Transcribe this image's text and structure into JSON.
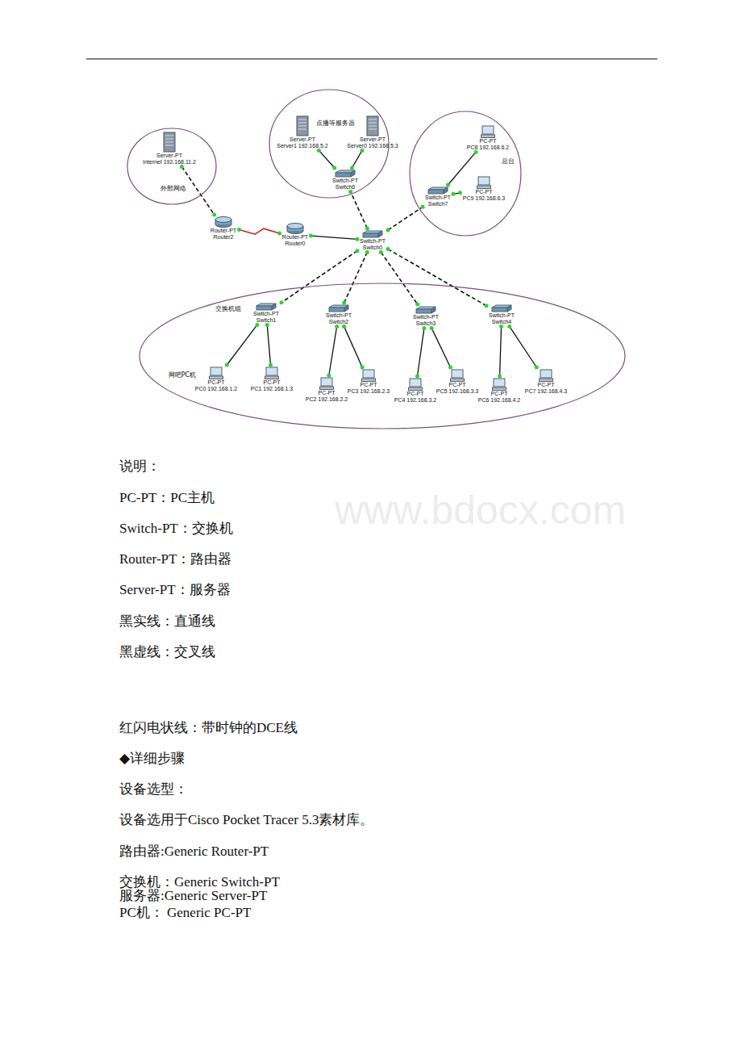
{
  "diagram": {
    "nodes": [
      {
        "text": [
          "外部网络"
        ]
      },
      {
        "text": [
          "Server-PT",
          "Internet 192.168.11.2"
        ],
        "in": 0
      },
      {
        "text": [
          "点播等服务器"
        ]
      },
      {
        "text": [
          "Server-PT",
          "Server1 192.168.5.2"
        ],
        "in": 2
      },
      {
        "text": [
          "Server-PT",
          "Server0 192.168.5.3"
        ],
        "in": 2
      },
      {
        "text": [
          "Switch-PT",
          "Switch6"
        ],
        "in": 2
      },
      {
        "text": [
          "总台"
        ]
      },
      {
        "text": [
          "PC-PT",
          "PC8 192.168.6.2"
        ],
        "in": 6
      },
      {
        "text": [
          "Switch-PT",
          "Switch7"
        ],
        "in": 6
      },
      {
        "text": [
          "PC-PT",
          "PC9 192.168.6.3"
        ],
        "in": 6
      },
      {
        "text": [
          "Router-PT",
          "Router2"
        ]
      },
      {
        "text": [
          "Router-PT",
          "Router0"
        ]
      },
      {
        "text": [
          "Switch-PT",
          "Switch0"
        ]
      },
      {
        "text": [
          "交换机组",
          "网吧PC机"
        ]
      },
      {
        "text": [
          "Switch-PT",
          "Switch1"
        ],
        "in": 13
      },
      {
        "text": [
          "Switch-PT",
          "Switch2"
        ],
        "in": 13
      },
      {
        "text": [
          "Switch-PT",
          "Switch3"
        ],
        "in": 13
      },
      {
        "text": [
          "Switch-PT",
          "Switch4"
        ],
        "in": 13
      },
      {
        "text": [
          "PC-PT",
          "PC0 192.168.1.2"
        ],
        "in": 13
      },
      {
        "text": [
          "PC-PT",
          "PC1 192.168.1.3"
        ],
        "in": 13
      },
      {
        "text": [
          "PC-PT",
          "PC2 192.168.2.2"
        ],
        "in": 13
      },
      {
        "text": [
          "PC-PT",
          "PC3 192.168.2.3"
        ],
        "in": 13
      },
      {
        "text": [
          "PC-PT",
          "PC4 192.168.3.2"
        ],
        "in": 13
      },
      {
        "text": [
          "PC-PT",
          "PC5 192.168.3.3"
        ],
        "in": 13
      },
      {
        "text": [
          "PC-PT",
          "PC6 192.168.4.2"
        ],
        "in": 13
      },
      {
        "text": [
          "PC-PT",
          "PC7 192.168.4.3"
        ],
        "in": 13
      }
    ],
    "edges": [
      {
        "from": 1,
        "to": 10,
        "arrow": "none"
      },
      {
        "from": 10,
        "to": 11,
        "arrow": "none"
      },
      {
        "from": 11,
        "to": 12,
        "arrow": "none"
      },
      {
        "from": 12,
        "to": 5,
        "arrow": "none"
      },
      {
        "from": 5,
        "to": 3,
        "arrow": "none"
      },
      {
        "from": 5,
        "to": 4,
        "arrow": "none"
      },
      {
        "from": 12,
        "to": 8,
        "arrow": "none"
      },
      {
        "from": 8,
        "to": 7,
        "arrow": "none"
      },
      {
        "from": 8,
        "to": 9,
        "arrow": "none"
      },
      {
        "from": 12,
        "to": 14,
        "arrow": "none"
      },
      {
        "from": 12,
        "to": 15,
        "arrow": "none"
      },
      {
        "from": 12,
        "to": 16,
        "arrow": "none"
      },
      {
        "from": 12,
        "to": 17,
        "arrow": "none"
      },
      {
        "from": 14,
        "to": 18,
        "arrow": "none"
      },
      {
        "from": 14,
        "to": 19,
        "arrow": "none"
      },
      {
        "from": 15,
        "to": 20,
        "arrow": "none"
      },
      {
        "from": 15,
        "to": 21,
        "arrow": "none"
      },
      {
        "from": 16,
        "to": 22,
        "arrow": "none"
      },
      {
        "from": 16,
        "to": 23,
        "arrow": "none"
      },
      {
        "from": 17,
        "to": 24,
        "arrow": "none"
      },
      {
        "from": 17,
        "to": 25,
        "arrow": "none"
      }
    ],
    "labels": [
      "说明：",
      "PC-PT：PC主机",
      "Switch-PT：交换机",
      "Router-PT：路由器",
      "Server-PT：服务器",
      "黑实线：直通线",
      "黑虚线：交叉线",
      "红闪电状线：带时钟的DCE线",
      "◆详细步骤",
      "设备选型：",
      "设备选用于Cisco Pocket Tracer 5.3素材库。",
      "路由器:Generic Router-PT",
      "交换机：Generic Switch-PT",
      "PC机： Generic PC-PT",
      "服务器:Generic Server-PT",
      "www.bdocx.com"
    ]
  }
}
